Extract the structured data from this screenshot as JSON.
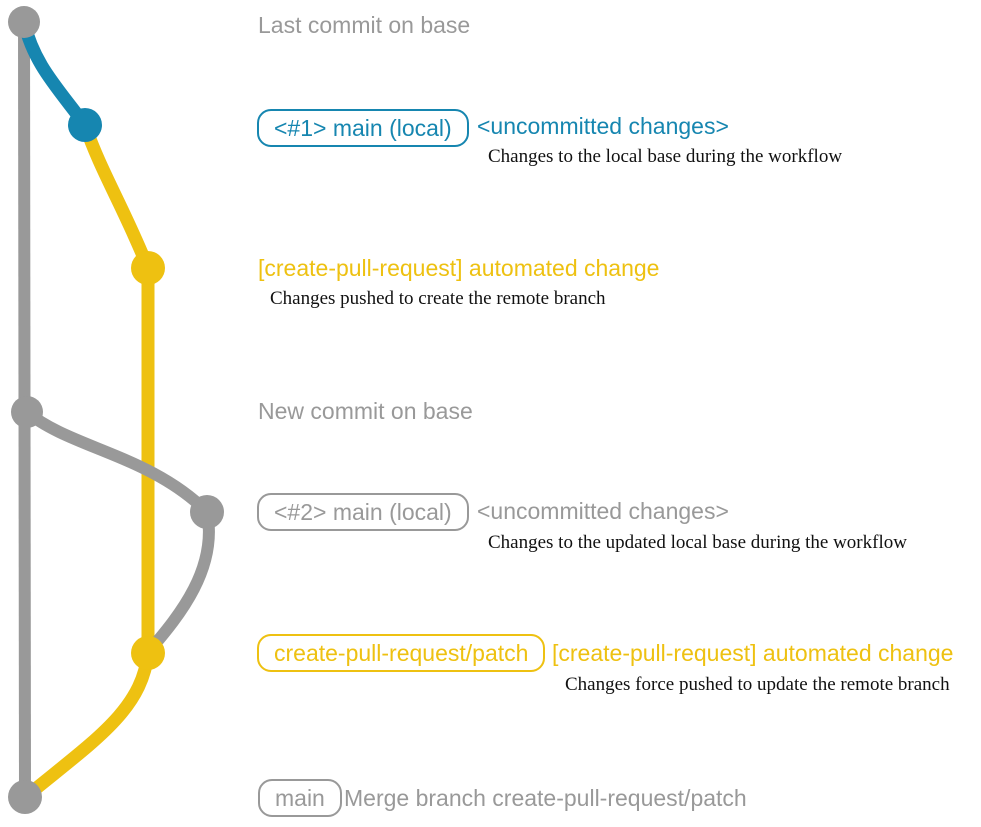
{
  "colors": {
    "gray": "#999999",
    "blue": "#1686b0",
    "yellow": "#eec111",
    "ink": "#111111",
    "background": "#ffffff"
  },
  "sections": [
    {
      "type": "heading",
      "text": "Last commit on base"
    },
    {
      "type": "commit",
      "badge": "<#1> main (local)",
      "note": "<uncommitted changes>",
      "description": "Changes to the local base during the workflow"
    },
    {
      "type": "commit",
      "note": "[create-pull-request] automated change",
      "description": "Changes pushed to create the remote branch"
    },
    {
      "type": "heading",
      "text": "New commit on base"
    },
    {
      "type": "commit",
      "badge": "<#2> main (local)",
      "note": "<uncommitted changes>",
      "description": "Changes to the updated local base during the workflow"
    },
    {
      "type": "commit",
      "badge": "create-pull-request/patch",
      "note": "[create-pull-request] automated change",
      "description": "Changes force pushed to update the remote branch"
    },
    {
      "type": "commit",
      "badge": "main",
      "note": "Merge branch create-pull-request/patch"
    }
  ],
  "graph": {
    "branches": [
      "base (main)",
      "local main",
      "create-pull-request/patch"
    ],
    "branch_colors": {
      "base": "#999999",
      "local": "#1686b0",
      "patch": "#eec111"
    },
    "commit_count": 7
  }
}
